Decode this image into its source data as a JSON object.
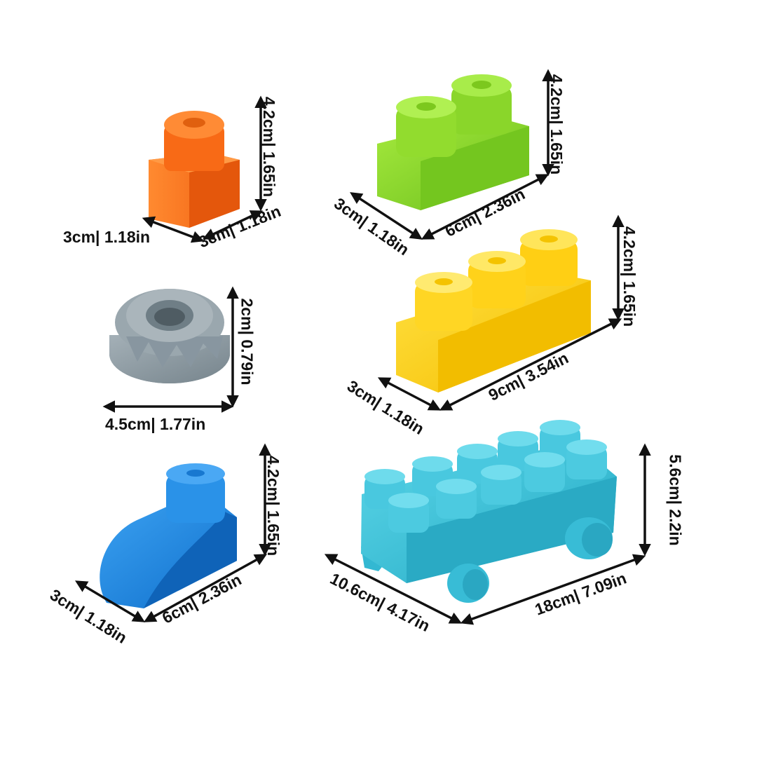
{
  "colors": {
    "orange": "#ff7a1f",
    "green": "#8fdc2c",
    "gray": "#8c9aa2",
    "yellow": "#ffd61f",
    "blue": "#1d88e5",
    "cyan": "#3cc6dc",
    "arrow": "#111111"
  },
  "blocks": {
    "orange_1x1": {
      "width_label": "3cm| 1.18in",
      "depth_label": "3cm| 1.18in",
      "height_label": "4.2cm| 1.65in"
    },
    "green_2x1": {
      "depth_label": "3cm| 1.18in",
      "length_label": "6cm| 2.36in",
      "height_label": "4.2cm| 1.65in"
    },
    "gray_connector": {
      "height_label": "2cm| 0.79in",
      "diameter_label": "4.5cm|  1.77in"
    },
    "yellow_3x1": {
      "depth_label": "3cm| 1.18in",
      "length_label": "9cm| 3.54in",
      "height_label": "4.2cm| 1.65in"
    },
    "blue_slope": {
      "depth_label": "3cm| 1.18in",
      "length_label": "6cm| 2.36in",
      "height_label": "4.2cm| 1.65in"
    },
    "cyan_car": {
      "width_label": "10.6cm| 4.17in",
      "length_label": "18cm| 7.09in",
      "height_label": "5.6cm| 2.2in"
    }
  }
}
